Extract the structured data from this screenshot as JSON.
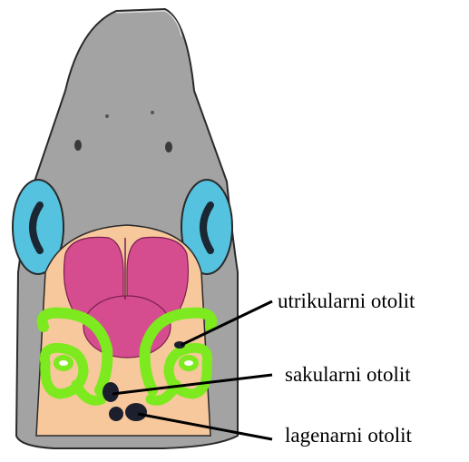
{
  "labels": {
    "utricular": "utrikularni otolit",
    "saccular": "sakularni otolit",
    "lagenar": "lagenarni otolit"
  },
  "colors": {
    "head": "#a3a3a3",
    "outline": "#2a2a2a",
    "eye": "#55c3df",
    "pupil": "#1b2733",
    "brain_cavity": "#f6c89b",
    "brain": "#d64d8f",
    "inner_ear": "#7cea1e",
    "otolith": "#1c1f2e",
    "leader": "#000000"
  }
}
